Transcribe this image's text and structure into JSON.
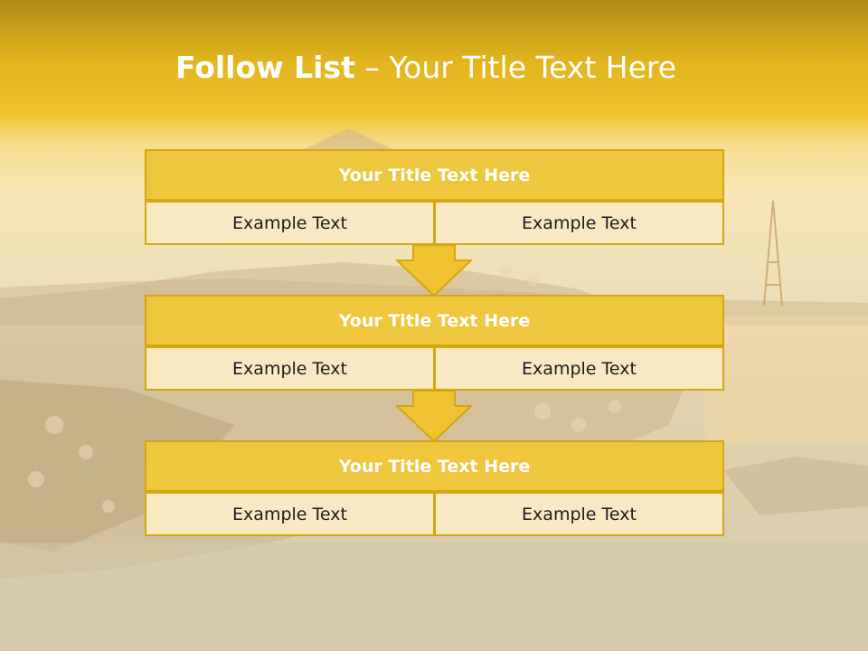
{
  "slide": {
    "title_lead": "Follow List",
    "title_rest": " – Your Title Text Here"
  },
  "steps": [
    {
      "title": "Your Title Text Here",
      "left_text": "Example Text",
      "right_text": "Example Text"
    },
    {
      "title": "Your Title Text Here",
      "left_text": "Example Text",
      "right_text": "Example Text"
    },
    {
      "title": "Your Title Text Here",
      "left_text": "Example Text",
      "right_text": "Example Text"
    }
  ],
  "colors": {
    "header_band": "#e3b61f",
    "box_fill": "#eec73e",
    "box_border": "#d3a710",
    "cell_fill": "#f9e9c2",
    "arrow_fill": "#f1c232"
  }
}
